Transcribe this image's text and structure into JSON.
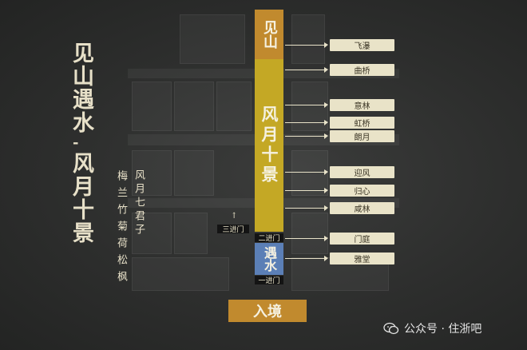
{
  "title": {
    "line1": "见山遇水",
    "line2": "风月十景",
    "dash": "-"
  },
  "subtitle": {
    "col1": "风月七君子",
    "col2": "梅兰竹菊荷松枫"
  },
  "bars": {
    "top": "见山",
    "middle": "风月十景",
    "lower": "遇水",
    "bottom": "入境"
  },
  "gates": {
    "gate2": "二进门",
    "gate1": "一进门",
    "gate3": "三进门"
  },
  "labels": [
    "飞瀑",
    "曲桥",
    "意林",
    "虹桥",
    "朗月",
    "迎风",
    "归心",
    "咸林",
    "门庭",
    "雅堂"
  ],
  "watermark": {
    "text": "公众号 · 住浙吧"
  },
  "colors": {
    "yellow": "#c4a825",
    "orange": "#c18a2e",
    "blue": "#5b7fb6",
    "label_bg": "#e9e3c8"
  }
}
